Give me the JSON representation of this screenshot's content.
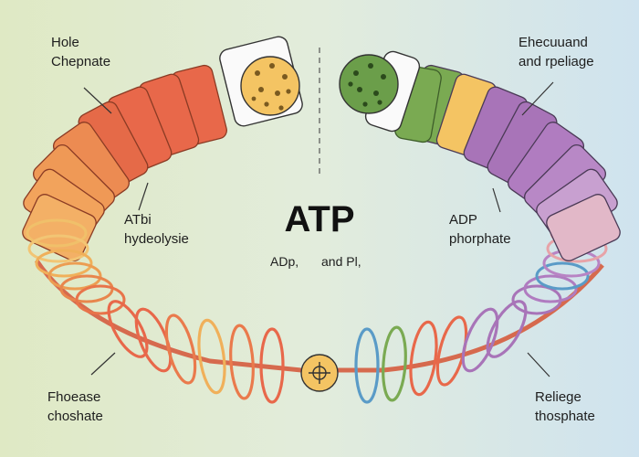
{
  "title": "ATP",
  "equation": {
    "left": "ADp,",
    "right": "and Pl,"
  },
  "labels": {
    "top_left": {
      "line1": "Hole",
      "line2": "Chepnate"
    },
    "top_right": {
      "line1": "Ehecuuand",
      "line2": "and rpeliage"
    },
    "mid_left": {
      "line1": "ATbi",
      "line2": "hydeolysie"
    },
    "mid_right": {
      "line1": "ADP",
      "line2": "phorphate"
    },
    "bottom_left": {
      "line1": "Fhoease",
      "line2": "choshate"
    },
    "bottom_right": {
      "line1": "Reliege",
      "line2": "thosphate"
    }
  },
  "colors": {
    "bg_left": "#dfe9c4",
    "bg_right": "#cfe3ef",
    "red": "#e8684a",
    "orange": "#f0a15a",
    "yellow": "#f4c463",
    "green": "#7aaa52",
    "purple": "#a874b8",
    "blue": "#5a9bc7",
    "pink": "#e7a3a8"
  },
  "icons": {
    "left_molecule": "orange-dotted-sphere-icon",
    "right_molecule": "green-dotted-sphere-icon",
    "center_node": "crosshair-circle-icon"
  }
}
